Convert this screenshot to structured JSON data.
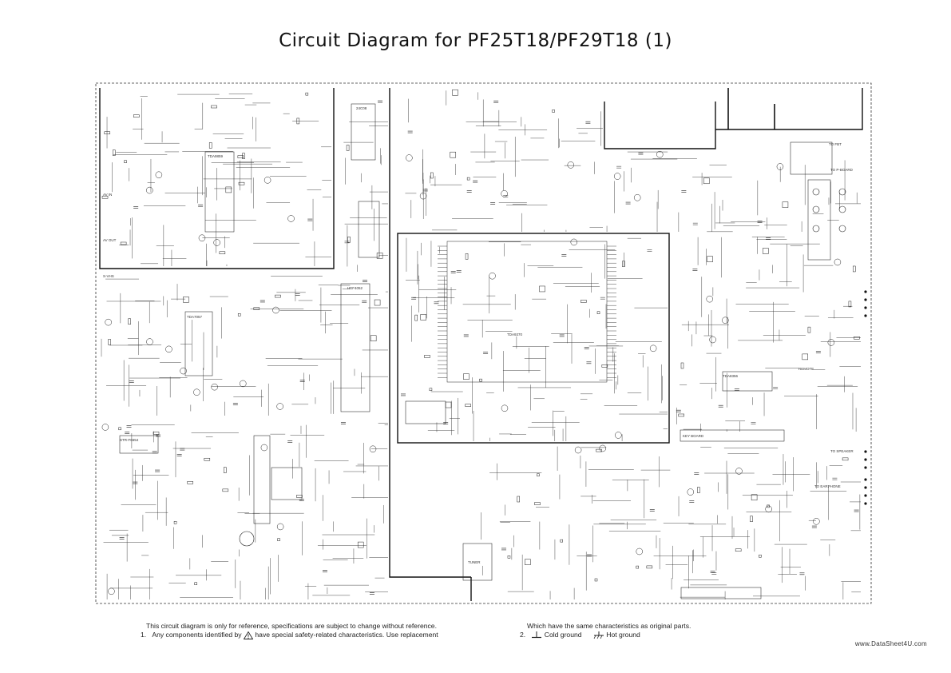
{
  "title": "Circuit Diagram for PF25T18/PF29T18 (1)",
  "notes": {
    "line1": "This circuit diagram is only for reference, specifications are subject to change without reference.",
    "item1_num": "1.",
    "item1_a": "Any components identified by",
    "item1_b": "have special safety-related characteristics. Use replacement",
    "line_right": "Which have the same characteristics as original parts.",
    "item2_num": "2.",
    "cold_ground": "Cold ground",
    "hot_ground": "Hot ground"
  },
  "watermark": "www.DataSheet4U.com",
  "labels": {
    "to_speaker": "TO SPEAKER",
    "to_earphone": "TO EARPHONE",
    "to_fbt": "TO FBT",
    "to_p_board": "TO P-BOARD",
    "ic_main": "TDA9370",
    "ic_audio": "TDA7057",
    "ic_vert": "TDA8356",
    "ic_power": "STR-F6654",
    "ic_tuner": "TUNER",
    "ic_eeprom": "24C08",
    "ic_av": "HEF4052",
    "ic_sound": "TDA9859",
    "keys": "KEY BOARD",
    "rem": "REMOTE",
    "avin": "AV IN",
    "avout": "AV OUT",
    "svhs": "S-VHS"
  }
}
